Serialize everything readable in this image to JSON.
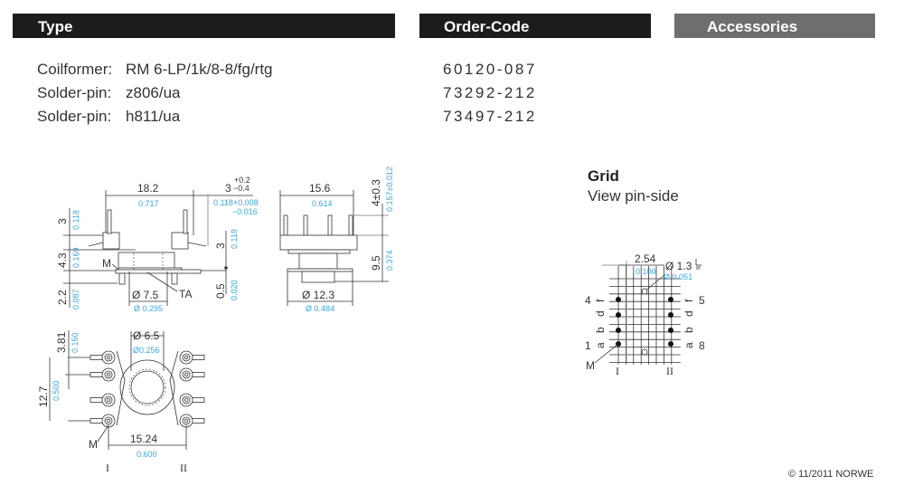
{
  "headers": {
    "type": "Type",
    "order_code": "Order-Code",
    "accessories": "Accessories"
  },
  "items": [
    {
      "label": "Coilformer:",
      "value": "RM 6-LP/1k/8-8/fg/rtg",
      "order_code": "60120-087"
    },
    {
      "label": "Solder-pin:",
      "value": "z806/ua",
      "order_code": "73292-212"
    },
    {
      "label": "Solder-pin:",
      "value": "h811/ua",
      "order_code": "73497-212"
    }
  ],
  "drawings": {
    "side_view": {
      "width_mm": "18.2",
      "width_in": "0.717",
      "tol_mm": "3",
      "tol_plus": "+0.2",
      "tol_minus": "−0.4",
      "tol_in": "0.118+0.008",
      "tol_in_minus": "−0.016",
      "pin_mm": "3",
      "pin_in": "0.118",
      "body_mm": "4.3",
      "body_in": "0.169",
      "bottom_mm": "2.2",
      "bottom_in": "0.087",
      "right_top_mm": "3",
      "right_top_in": "0.118",
      "right_bot_mm": "0.5",
      "right_bot_in": "0.020",
      "dia_mm": "Ø 7.5",
      "dia_in": "Ø 0.295",
      "label_m": "M",
      "label_ta": "TA"
    },
    "front_view": {
      "width_mm": "15.6",
      "width_in": "0.614",
      "top_mm": "4±0.3",
      "top_in": "0.157±0.012",
      "height_mm": "9.5",
      "height_in": "0.374",
      "dia_mm": "Ø 12.3",
      "dia_in": "Ø 0.484"
    },
    "top_view": {
      "pitch_mm": "3.81",
      "pitch_in": "0.150",
      "height_mm": "12.7",
      "height_in": "0.500",
      "dia_mm": "Ø 6.5",
      "dia_in": "Ø0.256",
      "width_mm": "15.24",
      "width_in": "0.600",
      "label_m": "M",
      "row_1": "I",
      "row_2": "II"
    }
  },
  "grid": {
    "title": "Grid",
    "subtitle": "View pin-side",
    "pitch_mm": "2.54",
    "pitch_in": "0.100",
    "hole_mm": "Ø 1.3",
    "hole_in": "Ø 0.051",
    "pins_left": [
      "4",
      "1"
    ],
    "pins_right": [
      "5",
      "8"
    ],
    "letters_left": [
      "f",
      "d",
      "b",
      "a"
    ],
    "letters_right": [
      "f",
      "d",
      "b",
      "a"
    ],
    "label_m": "M",
    "row_1": "I",
    "row_2": "II"
  },
  "footer": {
    "copyright": "© 11/2011 NORWE"
  },
  "colors": {
    "header_dark": "#1c1c1c",
    "header_grey": "#6e6e6e",
    "inch_blue": "#3aa8df"
  }
}
